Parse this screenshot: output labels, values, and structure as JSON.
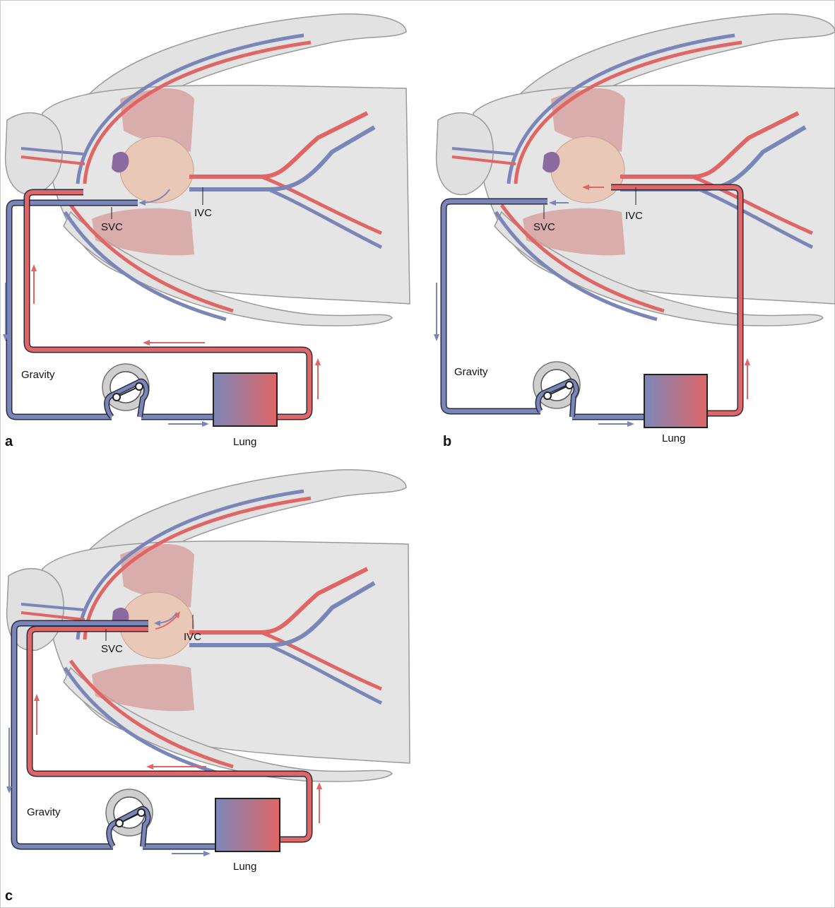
{
  "colors": {
    "venous": "#7b86b8",
    "arterial": "#e06666",
    "skin": "#e2e2e2",
    "skin_outline": "#9a9a9a",
    "lung_tissue": "#d69a9a",
    "heart": "#e9c8b8"
  },
  "panels": [
    {
      "letter": "a",
      "svc": "SVC",
      "ivc": "IVC",
      "gravity": "Gravity",
      "lung": "Lung"
    },
    {
      "letter": "b",
      "svc": "SVC",
      "ivc": "IVC",
      "gravity": "Gravity",
      "lung": "Lung"
    },
    {
      "letter": "c",
      "svc": "SVC",
      "ivc": "IVC",
      "gravity": "Gravity",
      "lung": "Lung"
    }
  ]
}
